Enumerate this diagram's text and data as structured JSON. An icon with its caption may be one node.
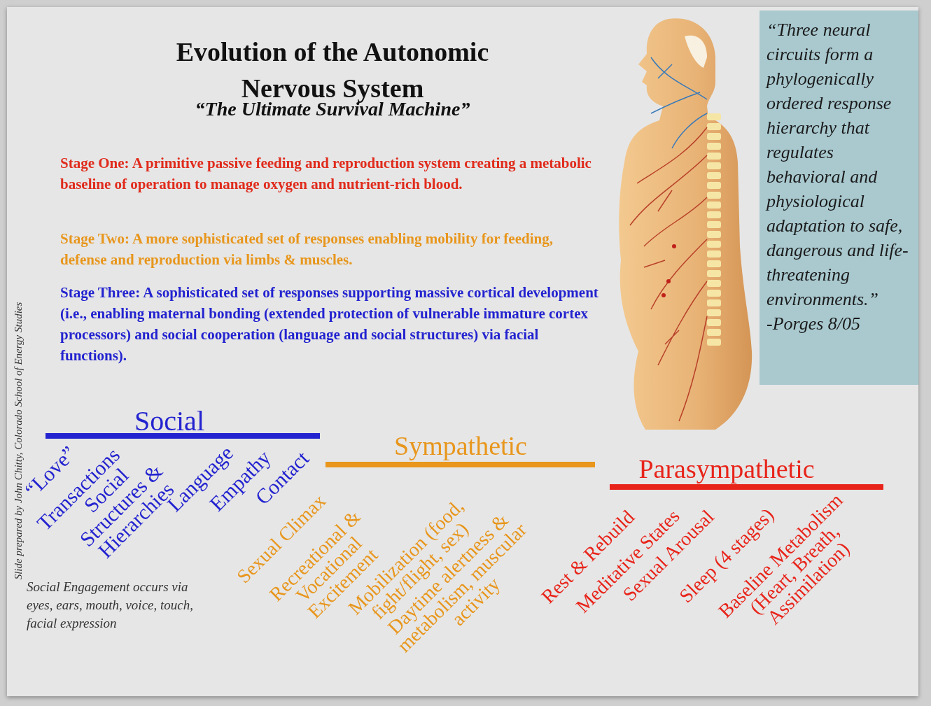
{
  "diagram": {
    "title": "Evolution of the Autonomic Nervous System",
    "nodes": [
      {
        "text": [
          "“Three neural circuits form a phylogenically ordered response hierarchy that regulates behavioral and physiological adaptation to safe, dangerous and life-threatening environments.”",
          "-Porges 8/05"
        ]
      }
    ],
    "labels": [
      "“The Ultimate Survival Machine”",
      "Stage One: A primitive passive feeding and reproduction system creating a metabolic baseline of operation to manage oxygen and nutrient-rich blood.",
      "Stage Two: A more sophisticated set of responses enabling mobility for feeding, defense and reproduction via limbs & muscles.",
      "Stage Three: A sophisticated set of responses supporting massive cortical development (i.e., enabling maternal bonding (extended protection of vulnerable immature cortex processors) and social cooperation (language and social structures) via facial functions).",
      "Slide prepared by John Chitty, Colorado School of Energy Studies",
      "Social",
      "“Love”",
      "Transactions",
      "Social Structures & Hierarchies",
      "Language",
      "Empathy",
      "Contact",
      "Sympathetic",
      "Sexual Climax",
      "Recreational & Vocational Excitement",
      "Mobilization (food, fight/flight, sex)",
      "Daytime alertness & metabolism, muscular activity",
      "Parasympathetic",
      "Rest & Rebuild",
      "Meditative States",
      "Sexual Arousal",
      "Sleep (4 stages)",
      "Baseline Metabolism (Heart, Breath, Assimilation)",
      "Social Engagement occurs via eyes, ears, mouth, voice, touch, facial expression"
    ]
  }
}
